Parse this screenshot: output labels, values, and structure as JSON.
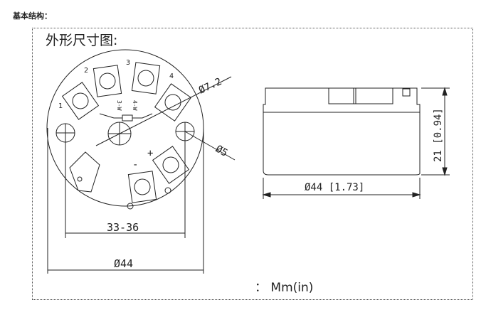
{
  "header": "基本结构：",
  "title": "外形尺寸图:",
  "units": "：  Mm(in)",
  "top_view": {
    "terminals": [
      "1",
      "2",
      "3",
      "4"
    ],
    "wire_labels": [
      "3-W",
      "4-W"
    ],
    "plus": "+",
    "minus": "-",
    "dim_span": "33-36",
    "dim_diameter": "Ø44",
    "dim_hole_large": "Ø7.2",
    "dim_hole_small": "Ø5"
  },
  "side_view": {
    "dim_width": "Ø44  [1.73]",
    "dim_height": "21 [0.94]"
  }
}
